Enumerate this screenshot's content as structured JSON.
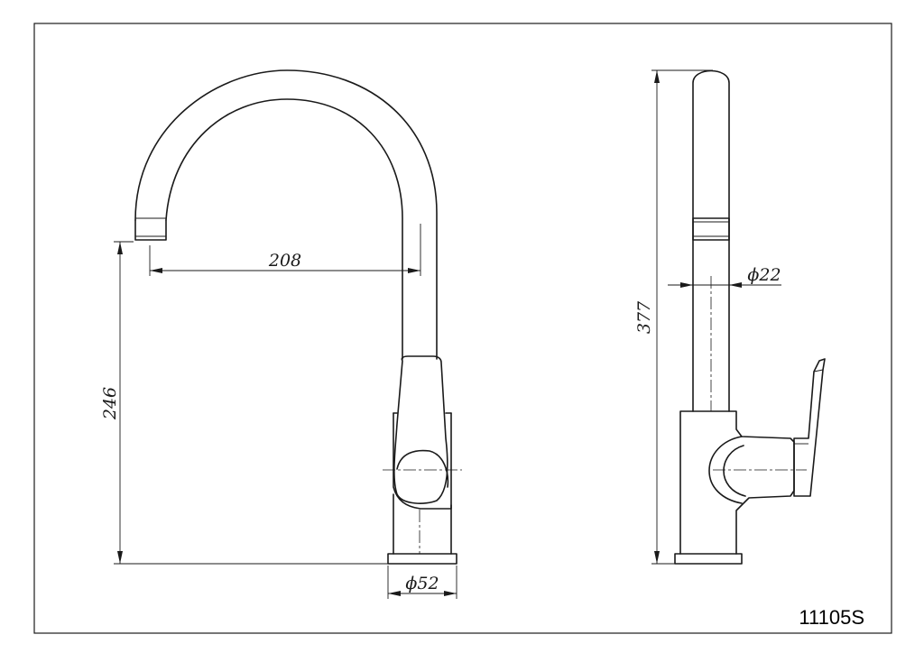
{
  "dimensions": {
    "spout_reach": "208",
    "spout_height": "246",
    "base_diameter": "ϕ52",
    "overall_height": "377",
    "spout_diameter": "ϕ22"
  },
  "product_code": "11105S"
}
